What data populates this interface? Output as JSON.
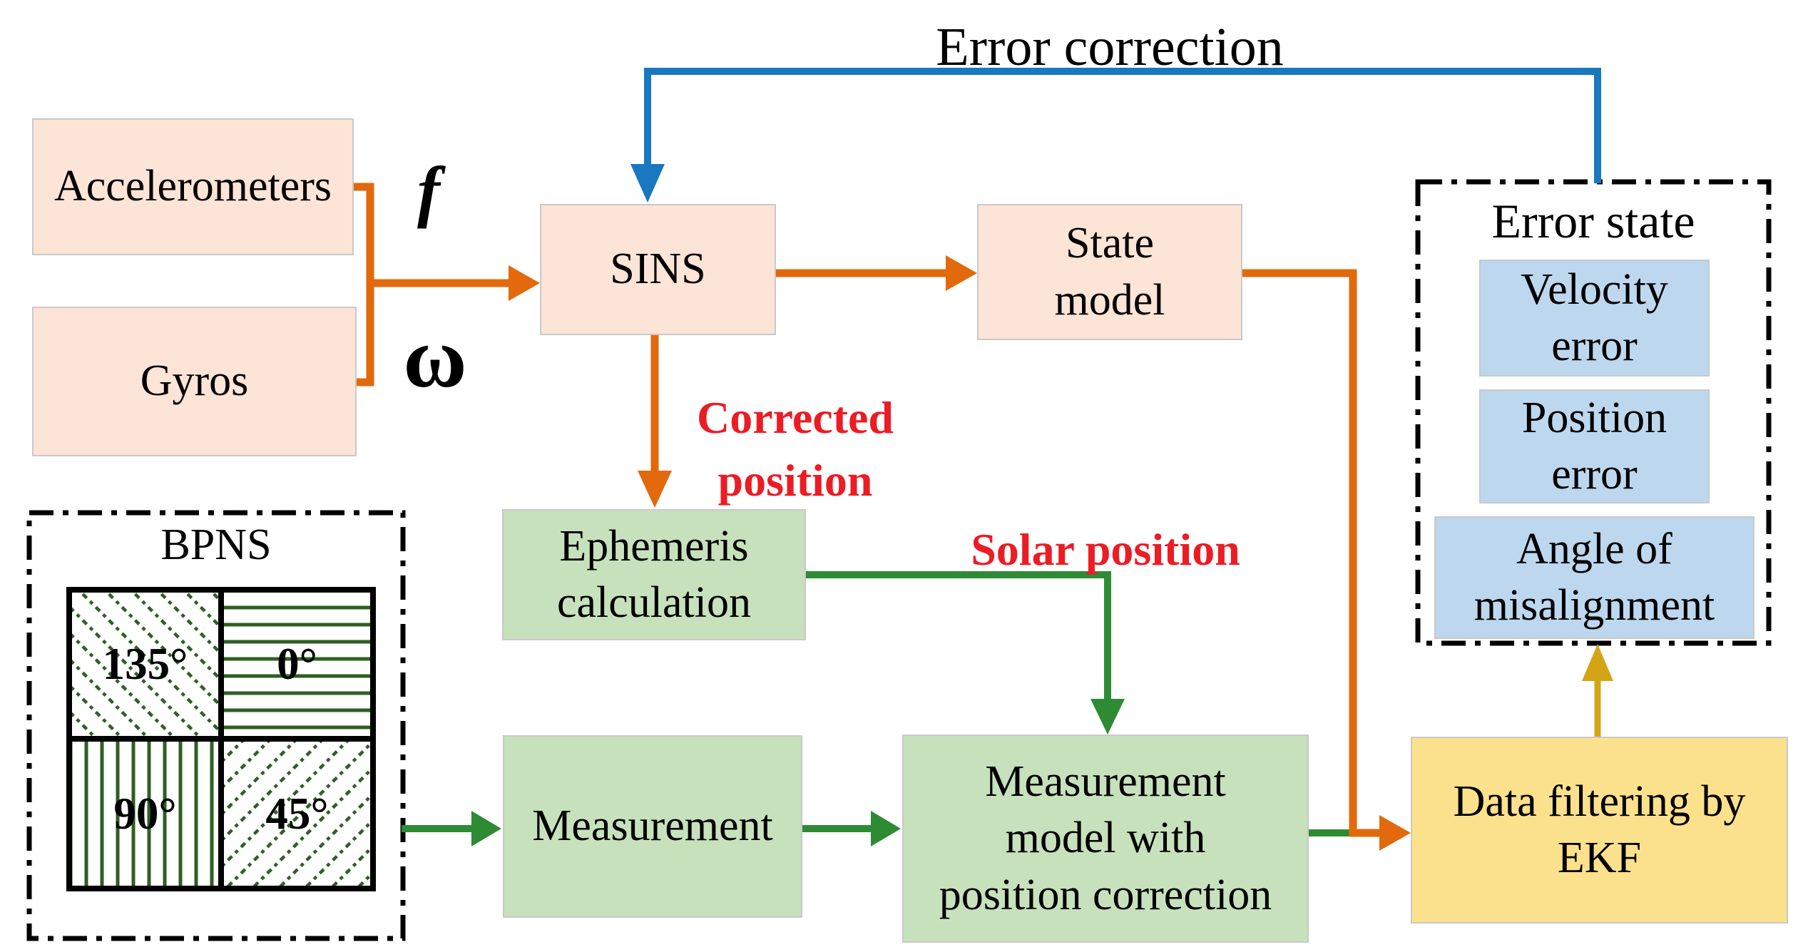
{
  "header": {
    "error_correction": "Error correction"
  },
  "signals": {
    "f": "f",
    "omega": "ω",
    "corrected_position": "Corrected\nposition",
    "solar_position": "Solar position"
  },
  "nodes": {
    "accelerometers": "Accelerometers",
    "gyros": "Gyros",
    "sins": "SINS",
    "state_model": "State\nmodel",
    "ephemeris": "Ephemeris\ncalculation",
    "measurement": "Measurement",
    "measurement_model": "Measurement\nmodel with\nposition correction",
    "ekf": "Data filtering by\nEKF"
  },
  "bpns": {
    "title": "BPNS",
    "quadrants": [
      {
        "angle": "135°",
        "hatch": "diagonal-down-dotted"
      },
      {
        "angle": "0°",
        "hatch": "horizontal-lines"
      },
      {
        "angle": "90°",
        "hatch": "vertical-lines"
      },
      {
        "angle": "45°",
        "hatch": "diagonal-up-dotted"
      }
    ]
  },
  "error_state": {
    "title": "Error state",
    "items": [
      "Velocity\nerror",
      "Position\nerror",
      "Angle of\nmisalignment"
    ]
  },
  "colors": {
    "node_peach": "#fce4d6",
    "node_green": "#c7e1bc",
    "node_blue": "#bdd7ee",
    "node_gold": "#fce18d",
    "arrow_orange": "#e2690c",
    "arrow_green": "#2e8b33",
    "arrow_blue": "#1878c0",
    "arrow_gold": "#d4a417",
    "hatch_green": "#2e5f22",
    "text_red": "#ec1c24",
    "dash_border": "#000000"
  }
}
